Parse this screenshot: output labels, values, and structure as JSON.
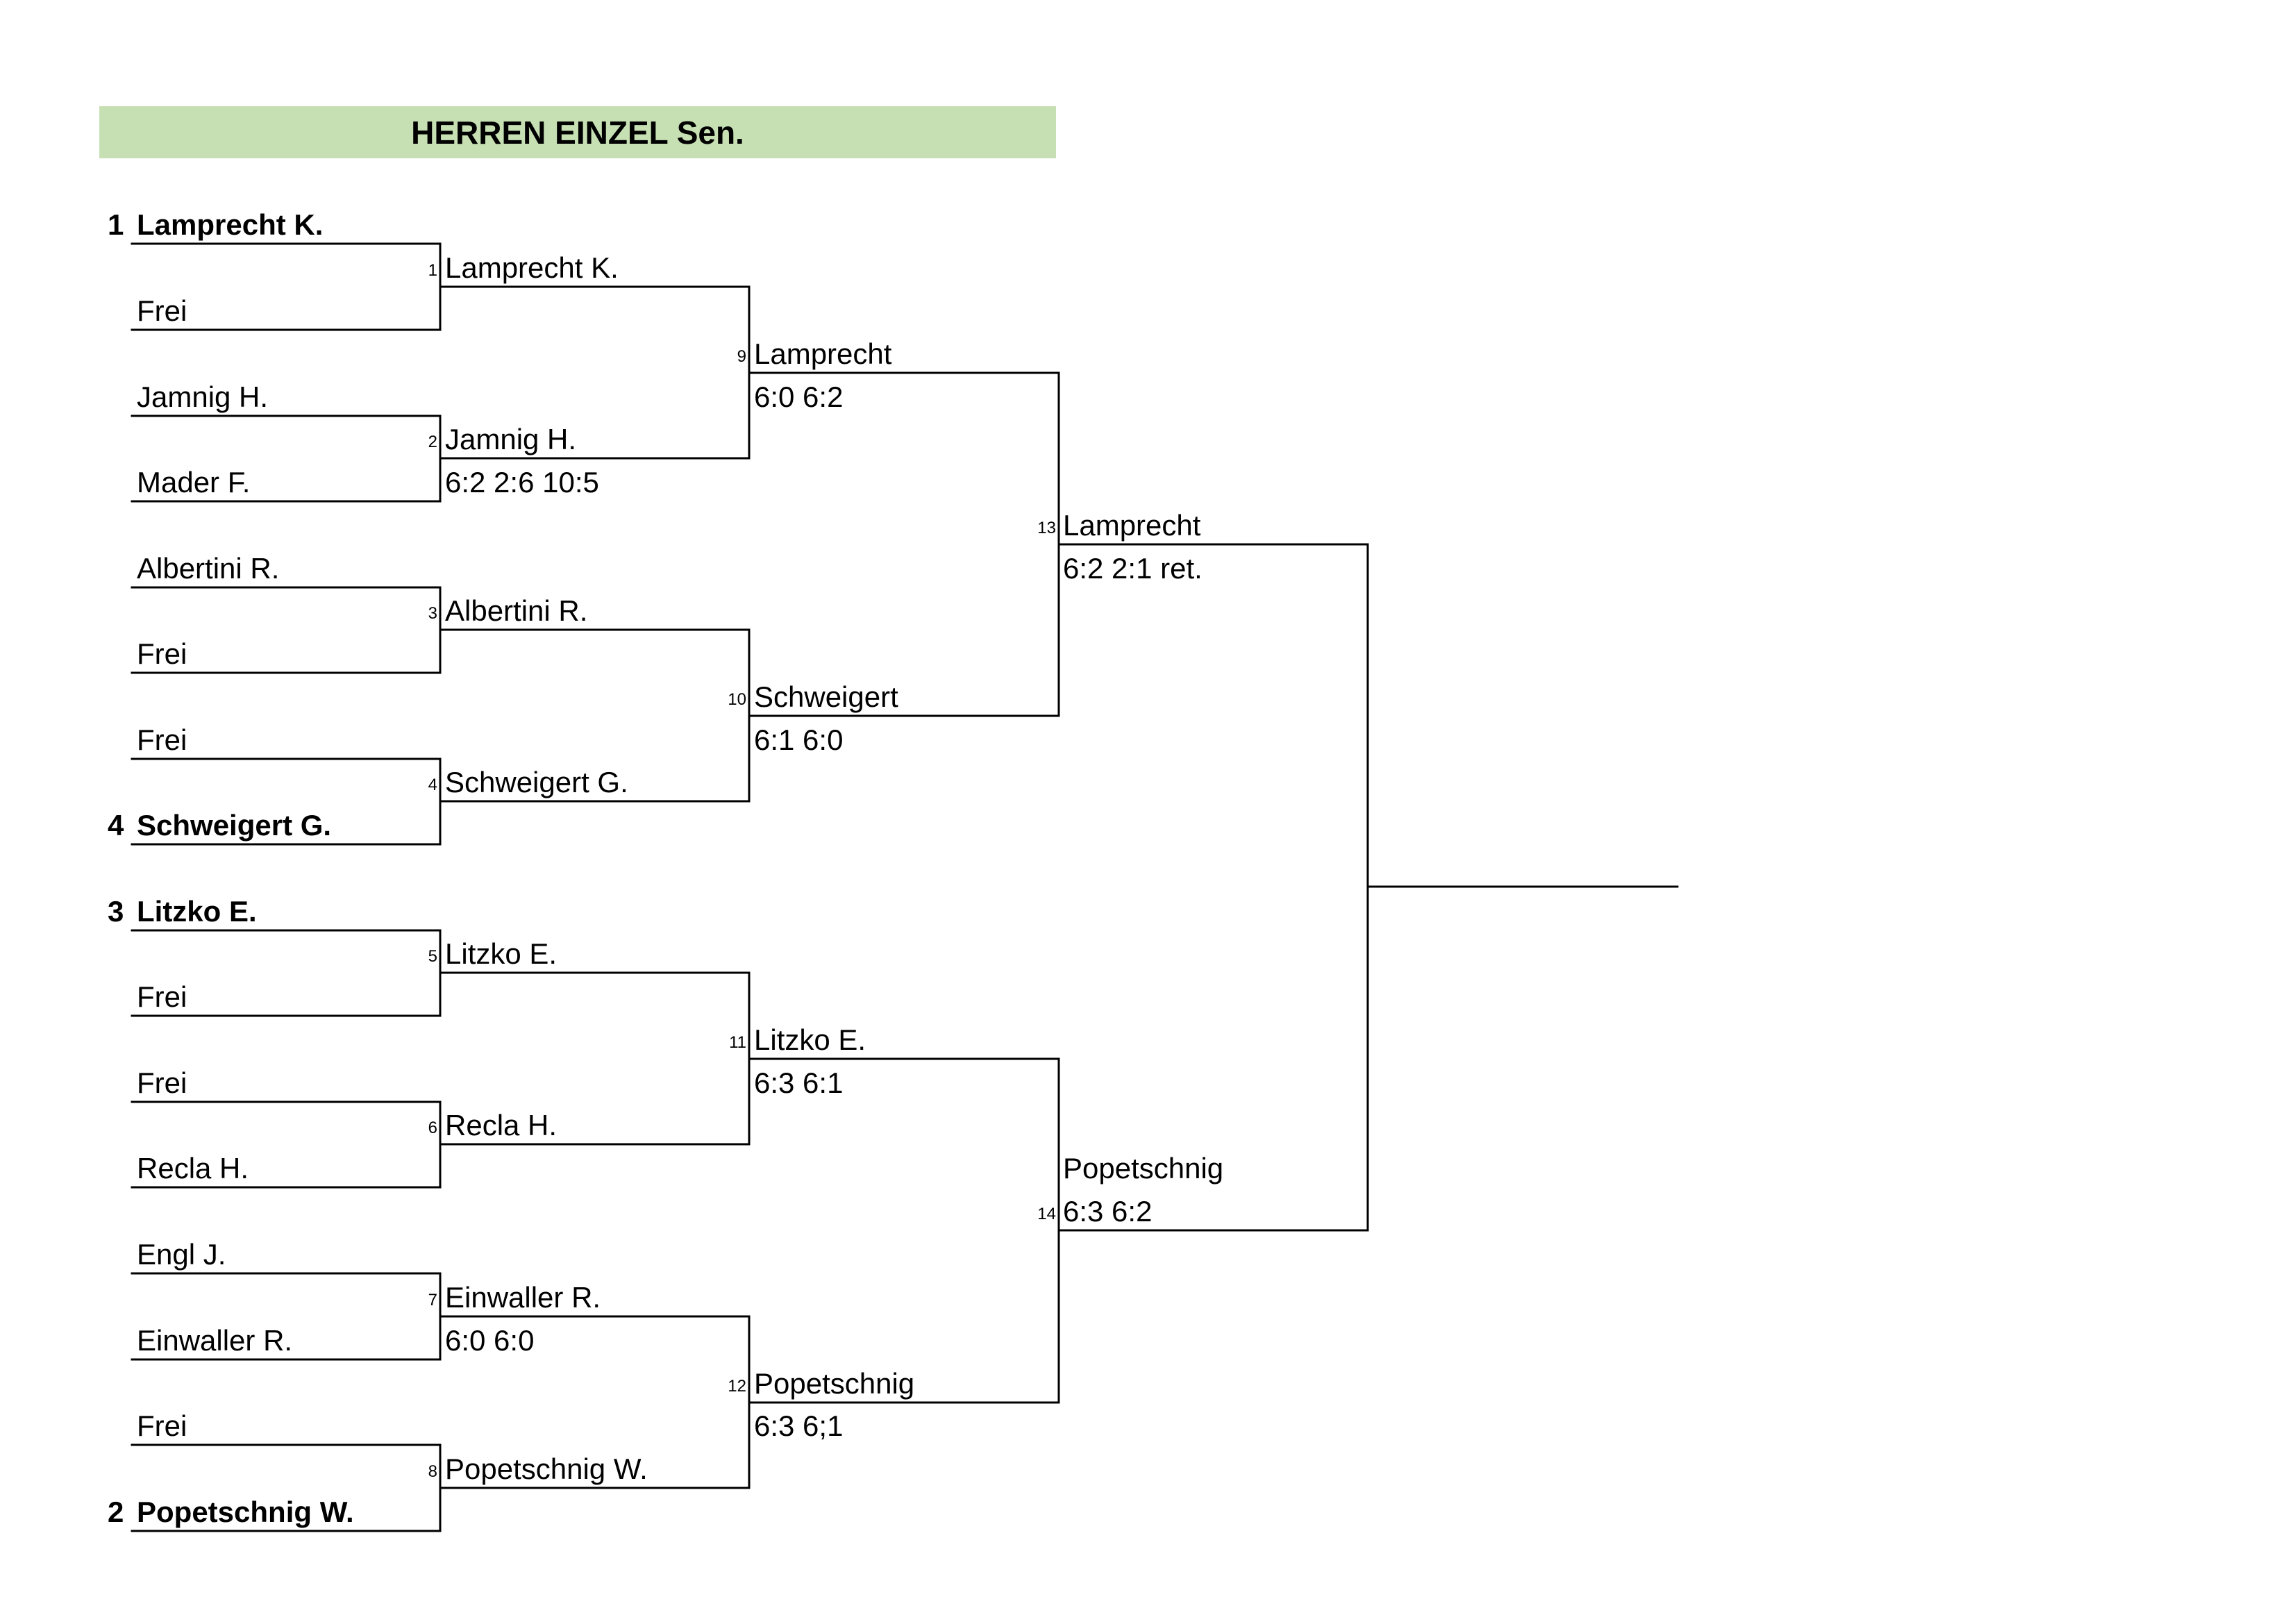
{
  "title": "HERREN EINZEL Sen.",
  "round1": [
    {
      "seed": "1",
      "name": "Lamprecht K."
    },
    {
      "seed": "",
      "name": "Frei"
    },
    {
      "seed": "",
      "name": "Jamnig H."
    },
    {
      "seed": "",
      "name": "Mader F."
    },
    {
      "seed": "",
      "name": "Albertini R."
    },
    {
      "seed": "",
      "name": "Frei"
    },
    {
      "seed": "",
      "name": "Frei"
    },
    {
      "seed": "4",
      "name": "Schweigert G."
    },
    {
      "seed": "3",
      "name": "Litzko E."
    },
    {
      "seed": "",
      "name": "Frei"
    },
    {
      "seed": "",
      "name": "Frei"
    },
    {
      "seed": "",
      "name": "Recla H."
    },
    {
      "seed": "",
      "name": "Engl J."
    },
    {
      "seed": "",
      "name": "Einwaller R."
    },
    {
      "seed": "",
      "name": "Frei"
    },
    {
      "seed": "2",
      "name": "Popetschnig W."
    }
  ],
  "round2": [
    {
      "match": "1",
      "winner": "Lamprecht K.",
      "score": ""
    },
    {
      "match": "2",
      "winner": "Jamnig H.",
      "score": "6:2 2:6 10:5"
    },
    {
      "match": "3",
      "winner": "Albertini R.",
      "score": ""
    },
    {
      "match": "4",
      "winner": "Schweigert G.",
      "score": ""
    },
    {
      "match": "5",
      "winner": "Litzko E.",
      "score": ""
    },
    {
      "match": "6",
      "winner": "Recla H.",
      "score": ""
    },
    {
      "match": "7",
      "winner": "Einwaller R.",
      "score": "6:0 6:0"
    },
    {
      "match": "8",
      "winner": "Popetschnig W.",
      "score": ""
    }
  ],
  "round3": [
    {
      "match": "9",
      "winner": "Lamprecht",
      "score": "6:0 6:2"
    },
    {
      "match": "10",
      "winner": "Schweigert",
      "score": "6:1 6:0"
    },
    {
      "match": "11",
      "winner": "Litzko E.",
      "score": "6:3 6:1"
    },
    {
      "match": "12",
      "winner": "Popetschnig",
      "score": "6:3 6;1"
    }
  ],
  "semis": [
    {
      "match": "13",
      "winner": "Lamprecht",
      "score": "6:2 2:1 ret."
    },
    {
      "match": "14",
      "winner": "Popetschnig",
      "score": "6:3 6:2"
    }
  ],
  "final": {
    "winner": "",
    "score": ""
  }
}
